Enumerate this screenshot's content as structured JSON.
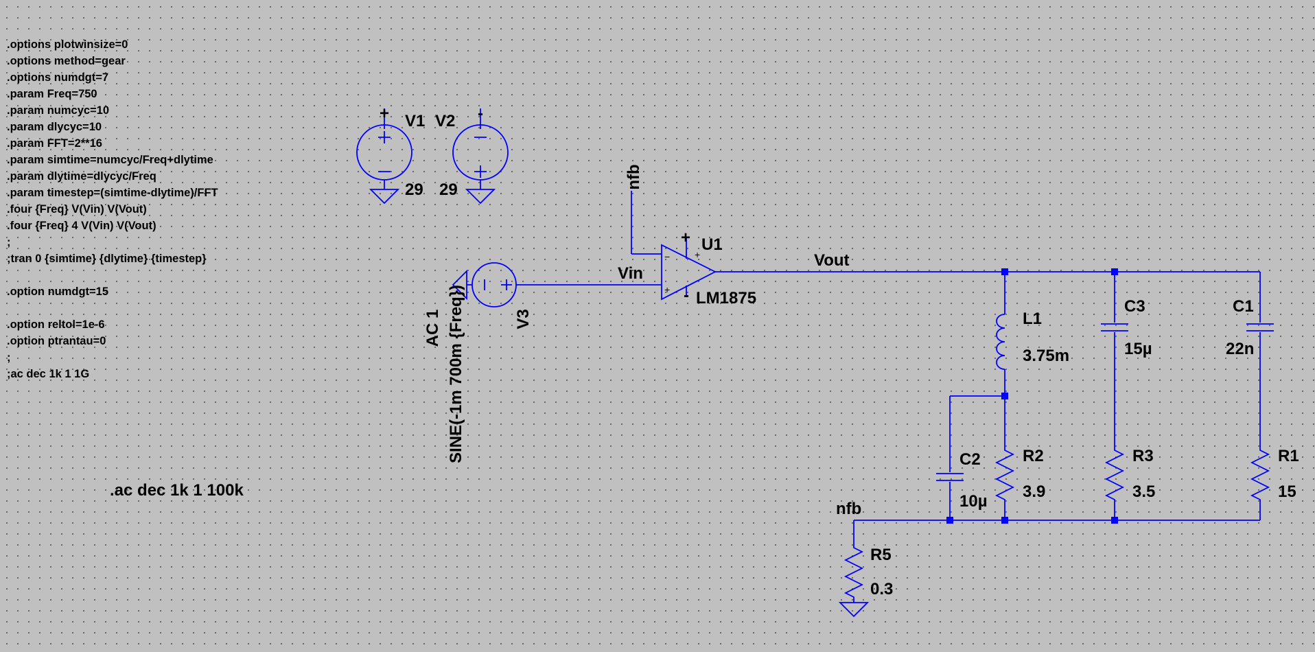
{
  "directives": [
    ".options plotwinsize=0",
    ".options method=gear",
    ".options numdgt=7",
    ".param Freq=750",
    ".param numcyc=10",
    ".param dlycyc=10",
    ".param FFT=2**16",
    ".param simtime=numcyc/Freq+dlytime",
    ".param dlytime=dlycyc/Freq",
    ".param timestep=(simtime-dlytime)/FFT",
    ".four {Freq} V(Vin) V(Vout)",
    ".four {Freq} 4 V(Vin) V(Vout)",
    ";",
    ";tran 0 {simtime} {dlytime} {timestep}",
    "",
    ".option numdgt=15",
    "",
    ".option reltol=1e-6",
    ".option ptrantau=0",
    ";",
    ";ac dec 1k 1 1G"
  ],
  "ac_directive": ".ac dec 1k 1 100k",
  "sources": {
    "v1": {
      "name": "V1",
      "value": "29",
      "plus": "+"
    },
    "v2": {
      "name": "V2",
      "value": "29",
      "minus": "-"
    },
    "v3": {
      "name": "V3",
      "ac": "AC 1",
      "sine": "SINE(-1m 700m {Freq})"
    }
  },
  "opamp": {
    "name": "U1",
    "model": "LM1875",
    "pos_supply": "+",
    "neg_supply": "-",
    "in_plus": "+",
    "in_minus": "−"
  },
  "nets": {
    "vin": "Vin",
    "vout": "Vout",
    "nfb_top": "nfb",
    "nfb_bottom": "nfb"
  },
  "components": {
    "l1": {
      "name": "L1",
      "value": "3.75m"
    },
    "c1": {
      "name": "C1",
      "value": "22n"
    },
    "c2": {
      "name": "C2",
      "value": "10µ"
    },
    "c3": {
      "name": "C3",
      "value": "15µ"
    },
    "r1": {
      "name": "R1",
      "value": "15"
    },
    "r2": {
      "name": "R2",
      "value": "3.9"
    },
    "r3": {
      "name": "R3",
      "value": "3.5"
    },
    "r5": {
      "name": "R5",
      "value": "0.3"
    }
  },
  "colors": {
    "background": "#c0c0c0",
    "grid": "#5a5a5a",
    "wire": "#0000ff",
    "text": "#000000"
  }
}
